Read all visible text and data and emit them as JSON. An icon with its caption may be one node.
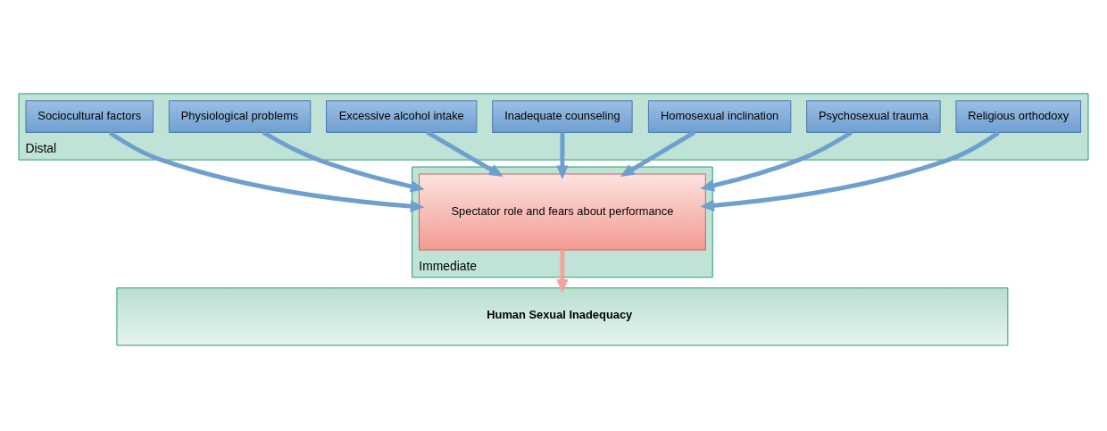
{
  "diagram": {
    "nodes": [
      {
        "text": [
          "Distal"
        ]
      },
      {
        "text": [
          "Religious orthodoxy"
        ],
        "in": 0
      },
      {
        "text": [
          "Psychosexual trauma"
        ],
        "in": 0
      },
      {
        "text": [
          "Homosexual inclination"
        ],
        "in": 0
      },
      {
        "text": [
          "Inadequate counseling"
        ],
        "in": 0
      },
      {
        "text": [
          "Excessive alcohol intake"
        ],
        "in": 0
      },
      {
        "text": [
          "Physiological problems"
        ],
        "in": 0
      },
      {
        "text": [
          "Sociocultural factors"
        ],
        "in": 0
      },
      {
        "text": [
          "Immediate"
        ]
      },
      {
        "text": [
          "Spectator role and fears about performance"
        ],
        "in": 8
      },
      {
        "text": [
          "Human Sexual Inadequacy"
        ]
      }
    ],
    "edges": [
      {
        "from": 1,
        "to": 9,
        "arrow": "to"
      },
      {
        "from": 2,
        "to": 9,
        "arrow": "to"
      },
      {
        "from": 3,
        "to": 9,
        "arrow": "to"
      },
      {
        "from": 4,
        "to": 9,
        "arrow": "to"
      },
      {
        "from": 5,
        "to": 9,
        "arrow": "to"
      },
      {
        "from": 6,
        "to": 9,
        "arrow": "to"
      },
      {
        "from": 7,
        "to": 9,
        "arrow": "to"
      },
      {
        "from": 9,
        "to": 10,
        "arrow": "to",
        "color": "#f4a39b"
      }
    ]
  }
}
